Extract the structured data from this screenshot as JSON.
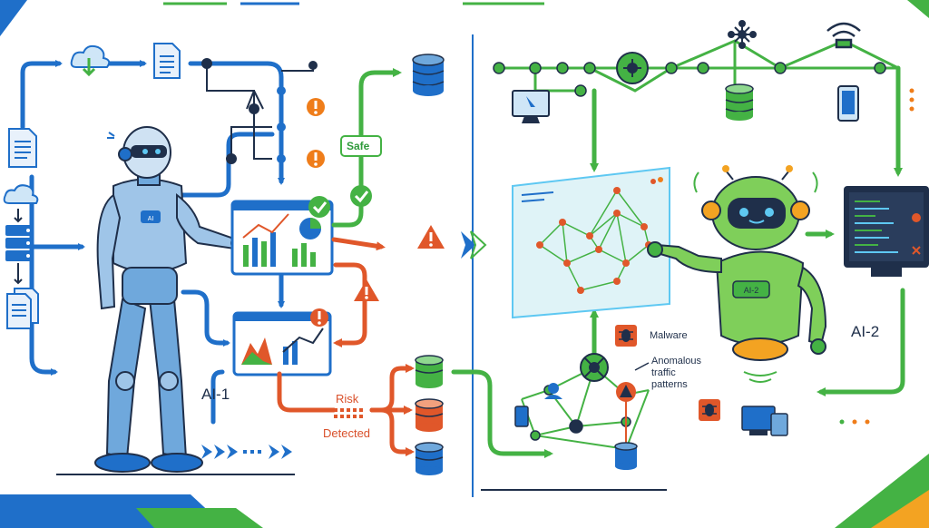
{
  "labels": {
    "ai1": "AI-1",
    "ai2": "AI-2",
    "ai2_badge": "AI-2",
    "ai1_badge": "AI",
    "safe": "Safe",
    "risk": "Risk",
    "detected": "Detected",
    "malware": "Malware",
    "anomalous_line1": "Anomalous",
    "anomalous_line2": "traffic",
    "anomalous_line3": "patterns"
  },
  "colors": {
    "blue": "#1f6fc9",
    "green": "#44b244",
    "orange": "#e0572a",
    "navy": "#1f2f4a",
    "alert": "#ef7d1a",
    "panel": "#dff3f7"
  },
  "icons": [
    "cloud-download-icon",
    "document-icon",
    "database-icon",
    "warning-icon",
    "checkmark-icon",
    "network-hub-icon",
    "wifi-icon",
    "monitor-icon",
    "phone-icon",
    "malware-bug-icon",
    "fast-forward-icon"
  ]
}
